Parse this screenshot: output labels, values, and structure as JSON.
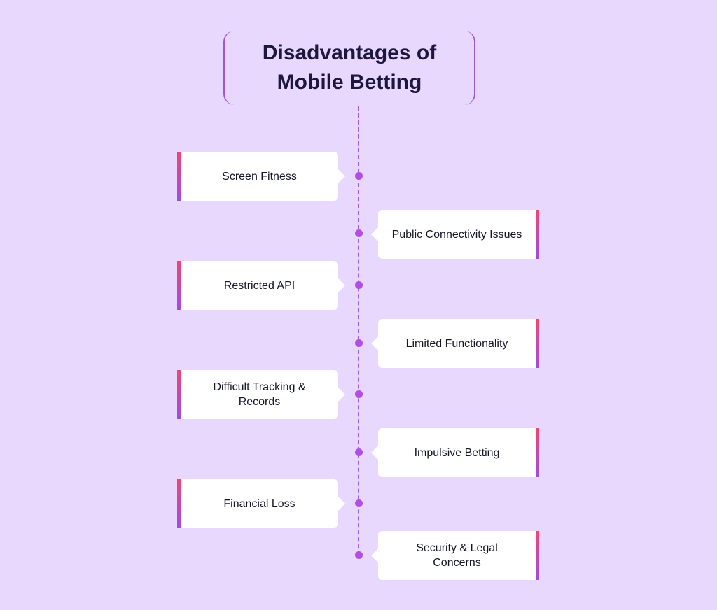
{
  "title": "Disadvantages of Mobile Betting",
  "items": [
    {
      "label": "Screen Fitness",
      "side": "left"
    },
    {
      "label": "Public Connectivity Issues",
      "side": "right"
    },
    {
      "label": "Restricted API",
      "side": "left"
    },
    {
      "label": "Limited Functionality",
      "side": "right"
    },
    {
      "label": "Difficult Tracking & Records",
      "side": "left"
    },
    {
      "label": "Impulsive Betting",
      "side": "right"
    },
    {
      "label": "Financial Loss",
      "side": "left"
    },
    {
      "label": "Security & Legal Concerns",
      "side": "right"
    }
  ],
  "colors": {
    "background": "#e9d8fd",
    "accent": "#9a58d8",
    "gradient_top": "#f2456e",
    "gradient_bottom": "#9a4de6",
    "dot": "#b04fe0"
  }
}
